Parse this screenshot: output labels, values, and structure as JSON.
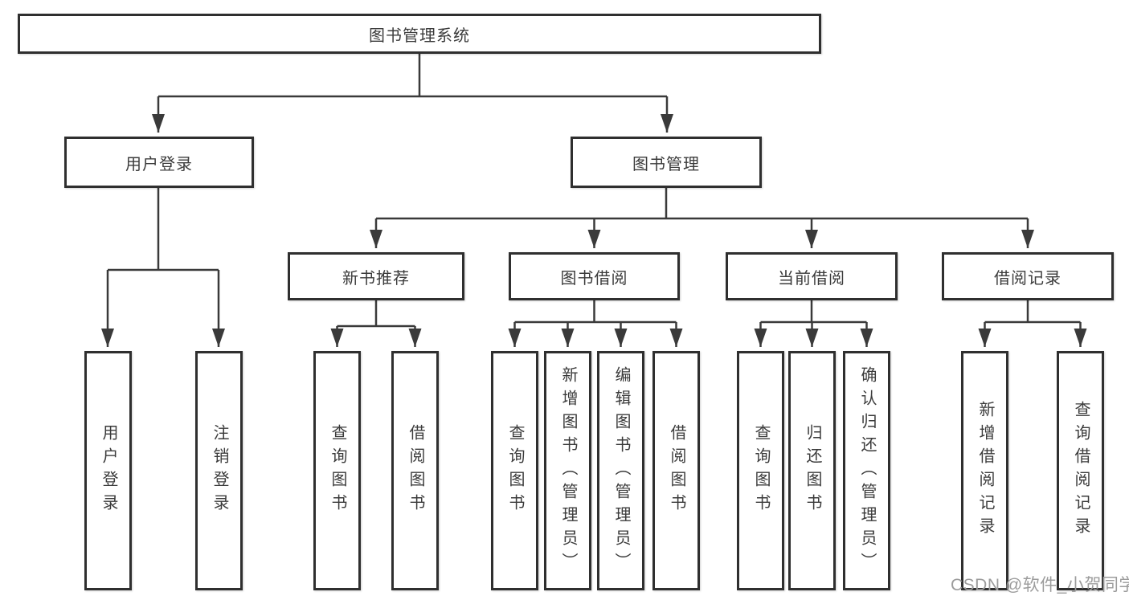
{
  "tree": {
    "root": {
      "label": "图书管理系统",
      "children": [
        {
          "label": "用户登录",
          "children": [
            {
              "label": "用户登录"
            },
            {
              "label": "注销登录"
            }
          ]
        },
        {
          "label": "图书管理",
          "children": [
            {
              "label": "新书推荐",
              "children": [
                {
                  "label": "查询图书"
                },
                {
                  "label": "借阅图书"
                }
              ]
            },
            {
              "label": "图书借阅",
              "children": [
                {
                  "label": "查询图书"
                },
                {
                  "label": "新增图书（管理员）"
                },
                {
                  "label": "编辑图书（管理员）"
                },
                {
                  "label": "借阅图书"
                }
              ]
            },
            {
              "label": "当前借阅",
              "children": [
                {
                  "label": "查询图书"
                },
                {
                  "label": "归还图书"
                },
                {
                  "label": "确认归还（管理员）"
                }
              ]
            },
            {
              "label": "借阅记录",
              "children": [
                {
                  "label": "新增借阅记录"
                },
                {
                  "label": "查询借阅记录"
                }
              ]
            }
          ]
        }
      ]
    }
  },
  "watermark": {
    "text": "CSDN @软件_小贺同学"
  },
  "colors": {
    "line": "#3a3a3a",
    "border": "#2f2f2f",
    "text": "#3b3b3b",
    "watermark": "#9c9c9c",
    "background": "#ffffff"
  }
}
